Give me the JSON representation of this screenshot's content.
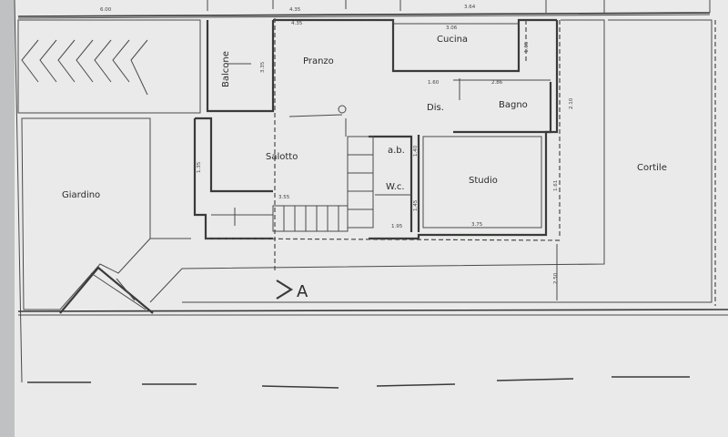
{
  "rooms": {
    "pranzo": "Pranzo",
    "cucina": "Cucina",
    "balcone": "Balcone",
    "dis": "Dis.",
    "bagno": "Bagno",
    "salotto": "Salotto",
    "ab": "a.b.",
    "wc": "W.c.",
    "studio": "Studio",
    "giardino": "Giardino",
    "cortile": "Cortile"
  },
  "section_marker": "A",
  "dimensions": {
    "top_left": "6.00",
    "top_mid": "4.35",
    "top_right": "3.64",
    "pranzo_top": "4.35",
    "cucina_top": "3.06",
    "bagno_left": "1.60",
    "bagno_right": "2.86",
    "bagno_height": "2.10",
    "cucina_side": "1.65",
    "balcone_h": "3.35",
    "salotto_h": "1.35",
    "salotto_w": "3.55",
    "wc_w": "1.95",
    "wc_h": "1.45",
    "ab_h": "1.40",
    "studio_w": "3.75",
    "studio_h": "1.61",
    "front": "2.50"
  },
  "colors": {
    "paper": "#e9eae9",
    "ink": "#3a3a3a"
  }
}
